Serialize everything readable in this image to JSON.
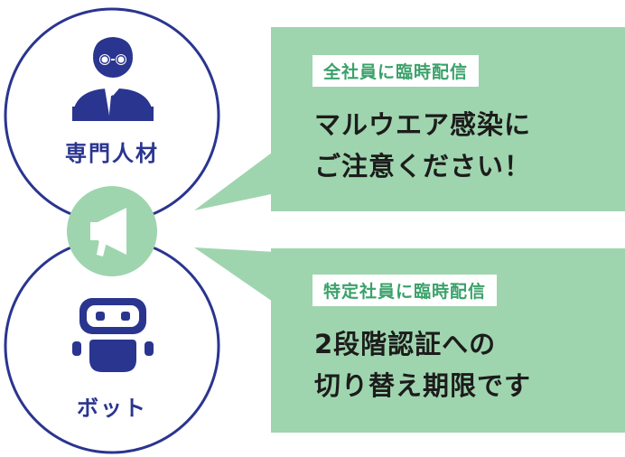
{
  "colors": {
    "circle_stroke": "#2a3590",
    "icon_blue": "#2a3590",
    "bubble_green": "#9fd5ae",
    "tag_text": "#3aa16a"
  },
  "top_actor": {
    "icon": "person-icon",
    "label": "専門人材"
  },
  "bottom_actor": {
    "icon": "robot-icon",
    "label": "ボット"
  },
  "center_icon": "megaphone-icon",
  "messages": [
    {
      "tag": "全社員に臨時配信",
      "lines": [
        "マルウエア感染に",
        "ご注意ください！"
      ]
    },
    {
      "tag": "特定社員に臨時配信",
      "lines": [
        "2段階認証への",
        "切り替え期限です"
      ]
    }
  ]
}
